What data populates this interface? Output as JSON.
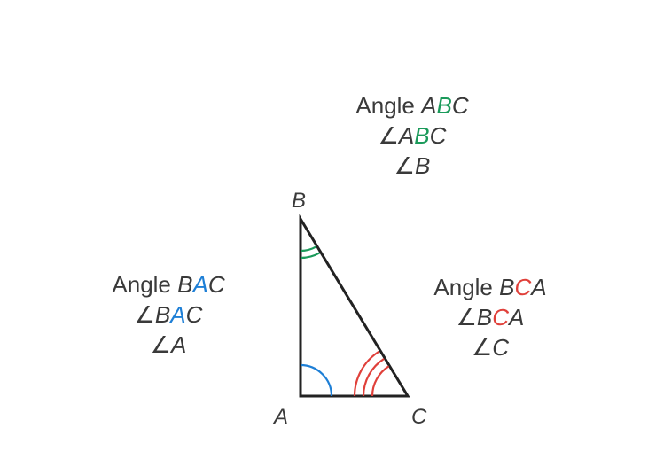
{
  "colors": {
    "text": "#3a3a3a",
    "triangle": "#222222",
    "angle_a": "#1e7fd6",
    "angle_b": "#1a9a5a",
    "angle_c": "#e0403a"
  },
  "vertices": {
    "a": "A",
    "b": "B",
    "c": "C"
  },
  "angle_b": {
    "word": "Angle ",
    "symbol": "∠",
    "name_pre": "A",
    "name_mid": "B",
    "name_post": "C",
    "short": "B"
  },
  "angle_a": {
    "word": "Angle ",
    "symbol": "∠",
    "name_pre": "B",
    "name_mid": "A",
    "name_post": "C",
    "short": "A"
  },
  "angle_c": {
    "word": "Angle ",
    "symbol": "∠",
    "name_pre": "B",
    "name_mid": "C",
    "name_post": "A",
    "short": "C"
  }
}
